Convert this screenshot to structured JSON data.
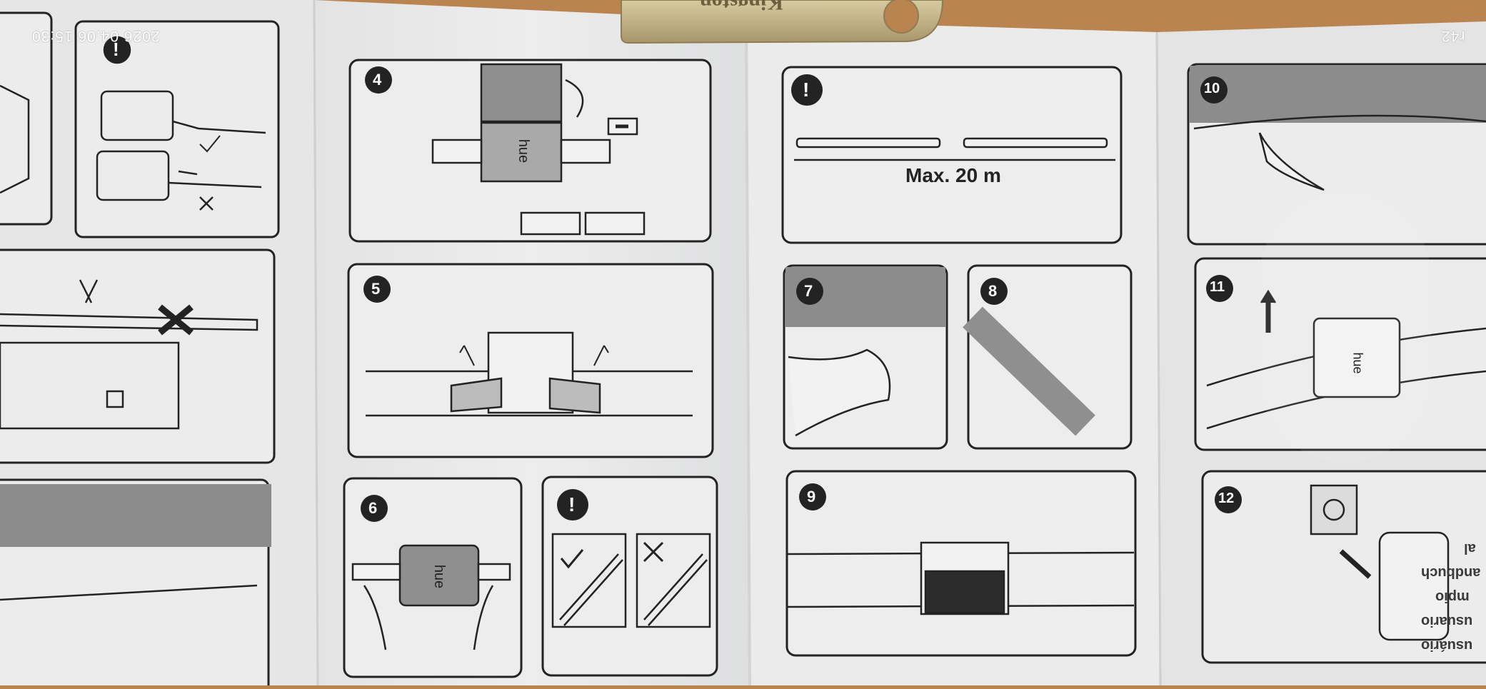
{
  "photo": {
    "timestamp": "2026 04.06 15:30",
    "page_code": "r42",
    "usb_brand": "Kingston"
  },
  "manual": {
    "steps": [
      {
        "number": "4"
      },
      {
        "number": "5"
      },
      {
        "number": "6"
      },
      {
        "number": "7"
      },
      {
        "number": "8"
      },
      {
        "number": "9"
      },
      {
        "number": "10"
      },
      {
        "number": "11"
      },
      {
        "number": "12"
      }
    ],
    "warning_symbol": "!",
    "max_length_label": "Max. 20 m",
    "brand_label": "hue",
    "right_edge_words": [
      "al",
      "andbuch",
      "mpio",
      "usuario",
      "usuário"
    ]
  },
  "colors": {
    "paper": "#e9e9ea",
    "panel_bg": "#ededee",
    "ink": "#232323",
    "gray_band": "#8c8c8c",
    "table_wood": "#b9844f",
    "usb_metal": "#bfae7d"
  }
}
